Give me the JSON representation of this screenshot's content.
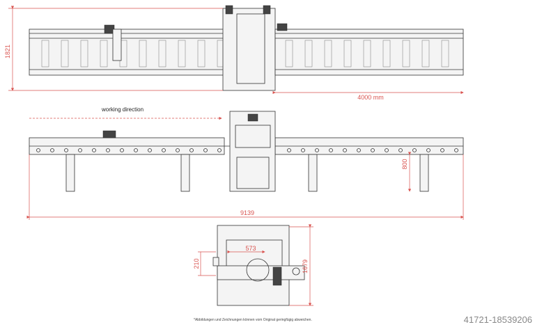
{
  "top_view": {
    "dim_height": "1821",
    "dim_length": "4000 mm"
  },
  "side_view": {
    "direction_label": "working direction",
    "dim_leg_height": "800",
    "dim_total_length": "9139"
  },
  "front_view": {
    "dim_width": "573",
    "dim_offset": "210",
    "dim_height": "1679"
  },
  "footer": {
    "disclaimer": "*Abbildungen und Zeichnungen können vom Original geringfügig abweichen.",
    "listing_code": "41721-18539206"
  },
  "colors": {
    "dimension": "#d9534f",
    "line": "#333333"
  }
}
